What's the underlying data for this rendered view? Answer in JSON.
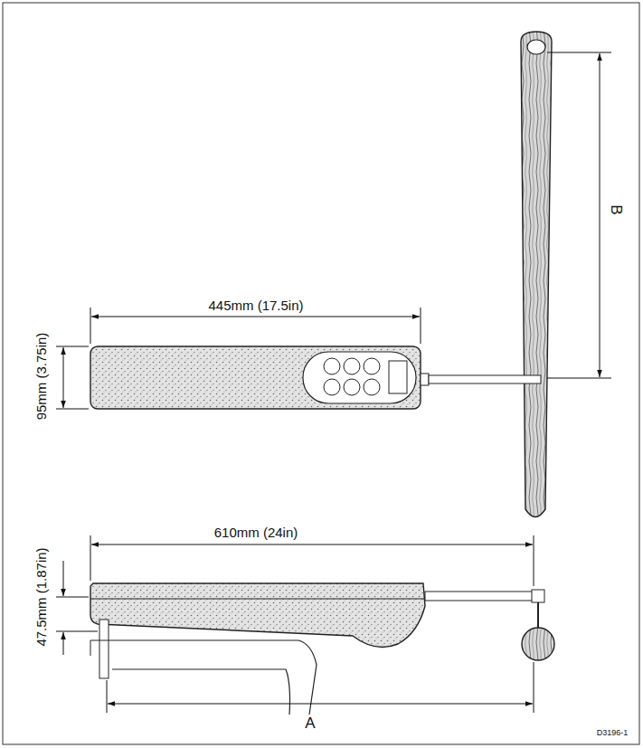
{
  "diagram": {
    "labels": [
      "445mm (17.5in)",
      "95mm (3.75in)",
      "B",
      "610mm (24in)",
      "47.5mm (1.87in)",
      "A",
      "D3196-1"
    ]
  }
}
